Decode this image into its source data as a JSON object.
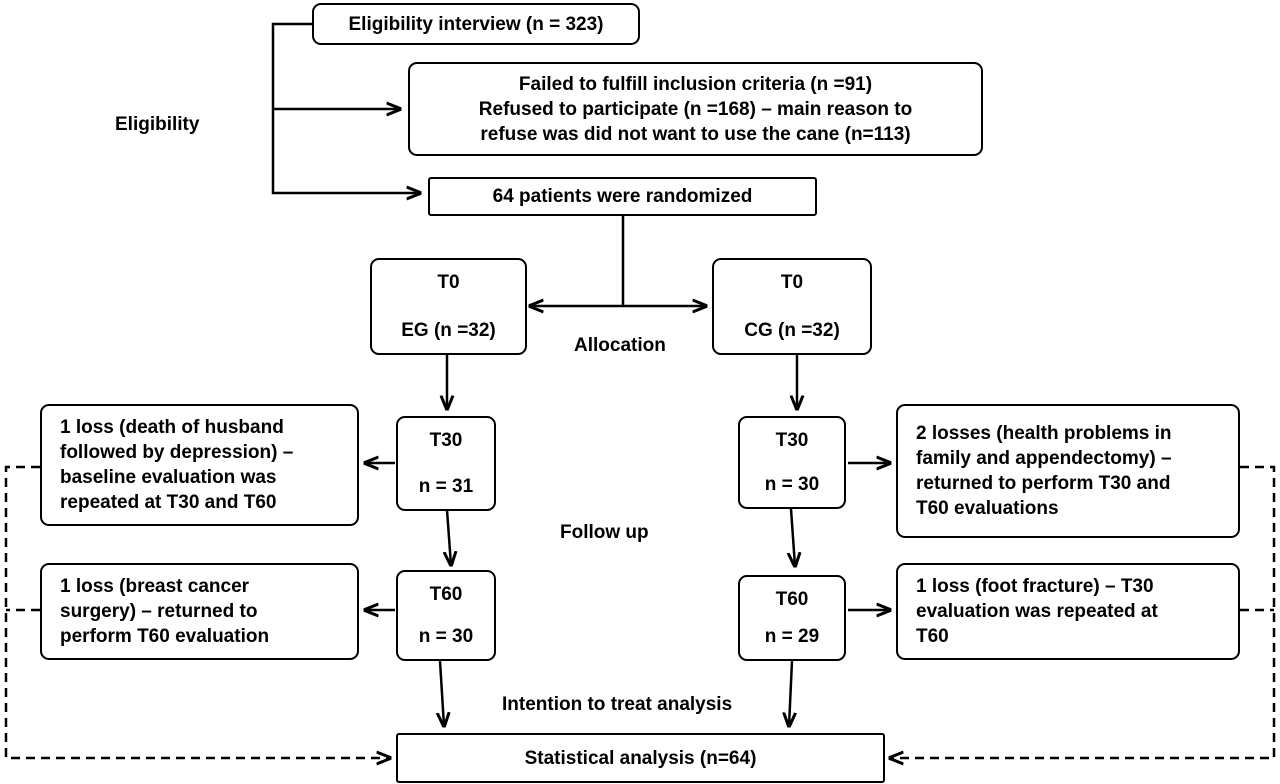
{
  "stages": {
    "eligibility": "Eligibility",
    "allocation": "Allocation",
    "follow_up": "Follow up",
    "itt": "Intention to treat analysis"
  },
  "boxes": {
    "eligibility_interview": "Eligibility interview (n = 323)",
    "excluded": [
      "Failed to fulfill inclusion criteria (n =91)",
      "Refused to participate (n =168) – main reason to",
      "refuse was did not want to use the cane (n=113)"
    ],
    "randomized": "64 patients were randomized",
    "eg_t0": {
      "title": "T0",
      "value": "EG (n =32)"
    },
    "cg_t0": {
      "title": "T0",
      "value": "CG (n =32)"
    },
    "eg_t30": {
      "title": "T30",
      "value": "n = 31"
    },
    "cg_t30": {
      "title": "T30",
      "value": "n = 30"
    },
    "eg_t60": {
      "title": "T60",
      "value": "n = 30"
    },
    "cg_t60": {
      "title": "T60",
      "value": "n = 29"
    },
    "eg_loss_t30": [
      "1 loss (death of husband",
      "followed by depression) –",
      "baseline evaluation was",
      "repeated at T30 and T60"
    ],
    "eg_loss_t60": [
      "1 loss (breast cancer",
      "surgery) – returned to",
      "perform T60 evaluation"
    ],
    "cg_loss_t30": [
      "2 losses (health problems in",
      "family and appendectomy) –",
      "returned to perform T30 and",
      "T60 evaluations"
    ],
    "cg_loss_t60": [
      "1 loss (foot fracture) – T30",
      "evaluation was repeated at",
      "T60"
    ],
    "statistical": "Statistical analysis (n=64)"
  }
}
